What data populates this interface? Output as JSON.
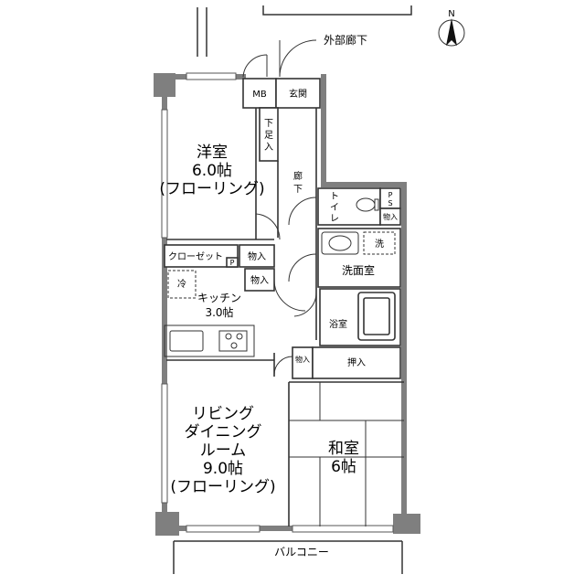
{
  "outside": {
    "corridor": "外部廊下",
    "balcony": "バルコニー",
    "north": "N"
  },
  "rooms": {
    "western": {
      "name": "洋室",
      "size": "6.0帖",
      "floor": "(フローリング)"
    },
    "kitchen": {
      "name": "キッチン",
      "size": "3.0帖"
    },
    "ldk": {
      "line1": "リビング",
      "line2": "ダイニング",
      "line3": "ルーム",
      "size": "9.0帖",
      "floor": "(フローリング)"
    },
    "japanese": {
      "name": "和室",
      "size": "6帖"
    },
    "closet": "クローゼット",
    "storage": "物入",
    "shoe_box": [
      "下",
      "足",
      "入"
    ],
    "mb": "MB",
    "entrance": "玄関",
    "hallway": [
      "廊",
      "下"
    ],
    "toilet": [
      "ト",
      "イ",
      "レ"
    ],
    "ps": [
      "P",
      "S"
    ],
    "washroom": "洗面室",
    "wash_machine": "洗",
    "bath": "浴室",
    "oshiire": "押入",
    "fridge": "冷"
  },
  "colors": {
    "wall": "#7f7f7f",
    "line": "#333333",
    "paper": "#ffffff"
  }
}
